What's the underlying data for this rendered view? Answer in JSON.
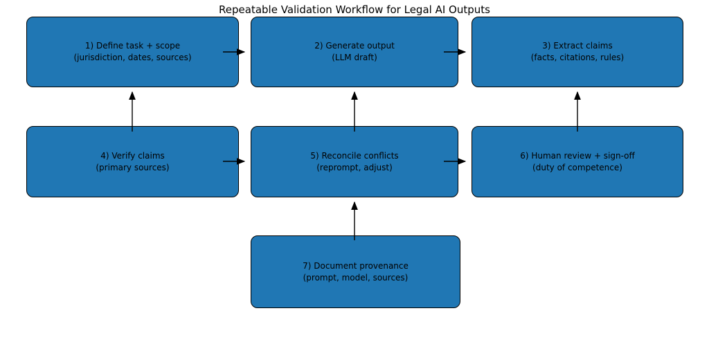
{
  "title": "Repeatable Validation Workflow for Legal AI Outputs",
  "colors": {
    "node_fill": "#2077b4",
    "node_border": "#000000",
    "arrow": "#000000",
    "text": "#000000",
    "background": "#ffffff"
  },
  "nodes": [
    {
      "id": "1",
      "line1": "1) Define task + scope",
      "line2": "(jurisdiction, dates, sources)"
    },
    {
      "id": "2",
      "line1": "2) Generate output",
      "line2": "(LLM draft)"
    },
    {
      "id": "3",
      "line1": "3) Extract claims",
      "line2": "(facts, citations, rules)"
    },
    {
      "id": "4",
      "line1": "4) Verify claims",
      "line2": "(primary sources)"
    },
    {
      "id": "5",
      "line1": "5) Reconcile conflicts",
      "line2": "(reprompt, adjust)"
    },
    {
      "id": "6",
      "line1": "6) Human review + sign-off",
      "line2": "(duty of competence)"
    },
    {
      "id": "7",
      "line1": "7) Document provenance",
      "line2": "(prompt, model, sources)"
    }
  ],
  "edges": [
    {
      "from": "1",
      "to": "2",
      "direction": "right"
    },
    {
      "from": "2",
      "to": "3",
      "direction": "right"
    },
    {
      "from": "4",
      "to": "5",
      "direction": "right"
    },
    {
      "from": "5",
      "to": "6",
      "direction": "right"
    },
    {
      "from": "4",
      "to": "1",
      "direction": "up"
    },
    {
      "from": "5",
      "to": "2",
      "direction": "up"
    },
    {
      "from": "6",
      "to": "3",
      "direction": "up"
    },
    {
      "from": "7",
      "to": "5",
      "direction": "up"
    }
  ]
}
